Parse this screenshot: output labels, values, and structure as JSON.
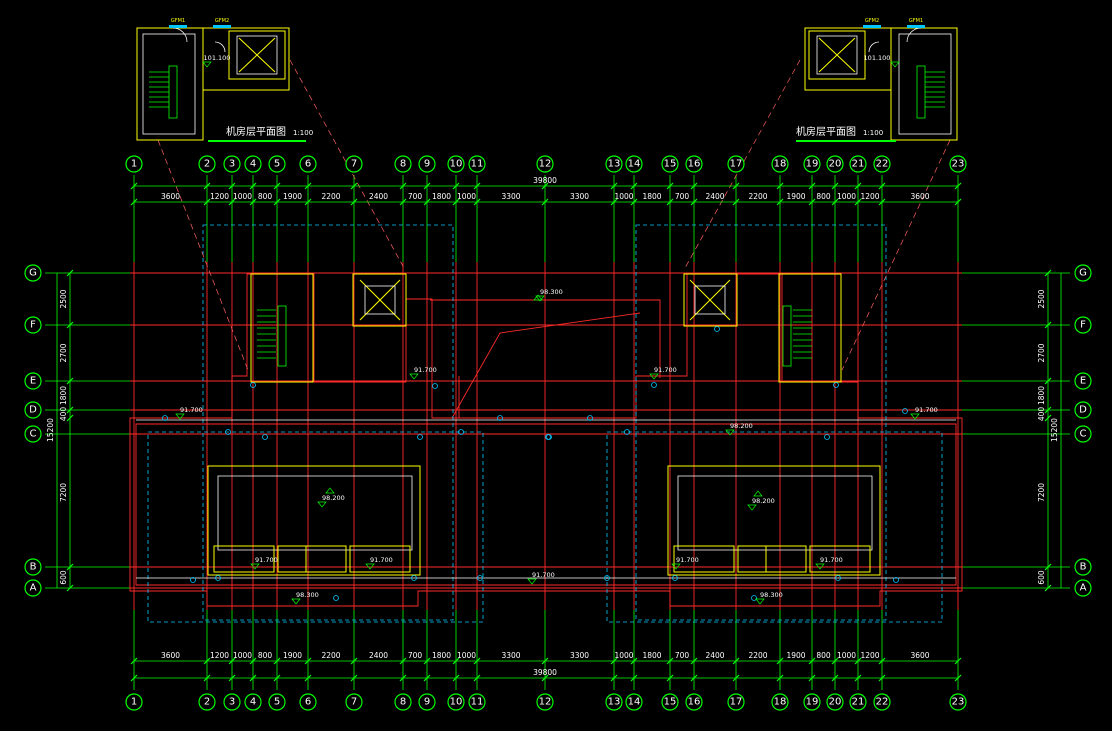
{
  "drawing": {
    "columns": [
      "1",
      "2",
      "3",
      "4",
      "5",
      "6",
      "7",
      "8",
      "9",
      "10",
      "11",
      "12",
      "13",
      "14",
      "15",
      "16",
      "17",
      "18",
      "19",
      "20",
      "21",
      "22",
      "23"
    ],
    "rows": [
      "G",
      "F",
      "E",
      "D",
      "C",
      "B",
      "A"
    ],
    "top_dims": [
      "3600",
      "1200",
      "1000",
      "800",
      "1900",
      "2200",
      "2400",
      "700",
      "1800",
      "1000",
      "3300",
      "3300",
      "1000",
      "1800",
      "700",
      "2400",
      "2200",
      "1900",
      "800",
      "1000",
      "1200",
      "3600"
    ],
    "bottom_dims": [
      "3600",
      "1200",
      "1000",
      "800",
      "1900",
      "2200",
      "2400",
      "700",
      "1800",
      "1000",
      "3300",
      "3300",
      "1000",
      "1800",
      "700",
      "2400",
      "2200",
      "1900",
      "800",
      "1000",
      "1200",
      "3600"
    ],
    "overall_width": "39800",
    "left_dims": [
      "2500",
      "2700",
      "1800",
      "400",
      "7200",
      "600"
    ],
    "right_dims": [
      "2500",
      "2700",
      "1800",
      "400",
      "7200",
      "600"
    ],
    "overall_depth": "15200",
    "elevations": {
      "roof_center": "98.300",
      "stair_landing_left": "91.700",
      "stair_landing_right": "91.700",
      "ledge_left": "91.700",
      "ledge_right": "91.700",
      "front_center": "91.700",
      "room_left": "98.200",
      "room_right": "98.200",
      "room_bottom_left_a": "91.700",
      "room_bottom_left_b": "91.700",
      "room_bottom_right_a": "91.700",
      "room_bottom_right_b": "91.700",
      "canopy_left": "98.300",
      "canopy_right": "98.300",
      "parapet": "98.200",
      "inset_left": "101.100",
      "inset_right": "101.100"
    },
    "door_tags": {
      "left_1": "GFM1",
      "left_2": "GFM2",
      "right_1": "GFM2",
      "right_2": "GFM1"
    },
    "inset_title": "机房层平面图",
    "inset_scale": "1:100",
    "colors": {
      "background": "#000000",
      "grid": "#00ff00",
      "axis": "#ff2a2a",
      "wall": "#ffff00",
      "dashed": "#00c8ff",
      "text": "#ffffff"
    }
  }
}
